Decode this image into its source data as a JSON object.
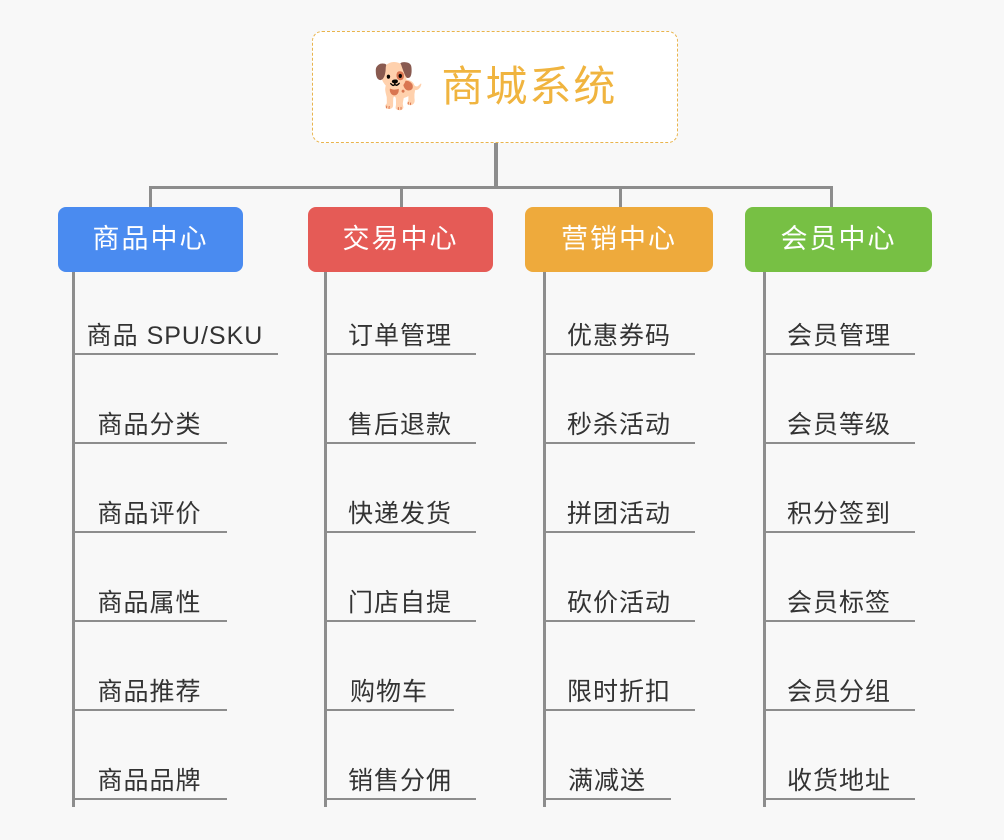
{
  "canvas": {
    "background": "#f8f8f8",
    "connector_color": "#8d8d8d"
  },
  "root": {
    "title": "商城系统",
    "icon": "shiba-dog-face-icon",
    "icon_glyph": "🐕",
    "text_color": "#f0b43f",
    "border_color": "#e9b44c",
    "fill": "#ffffff"
  },
  "branches": [
    {
      "id": "product-center",
      "label": "商品中心",
      "color": "#4a8bf0",
      "items": [
        "商品 SPU/SKU",
        "商品分类",
        "商品评价",
        "商品属性",
        "商品推荐",
        "商品品牌"
      ]
    },
    {
      "id": "trade-center",
      "label": "交易中心",
      "color": "#e55b56",
      "items": [
        "订单管理",
        "售后退款",
        "快递发货",
        "门店自提",
        "购物车",
        "销售分佣"
      ]
    },
    {
      "id": "marketing-center",
      "label": "营销中心",
      "color": "#eeaa3c",
      "items": [
        "优惠券码",
        "秒杀活动",
        "拼团活动",
        "砍价活动",
        "限时折扣",
        "满减送"
      ]
    },
    {
      "id": "member-center",
      "label": "会员中心",
      "color": "#77c044",
      "items": [
        "会员管理",
        "会员等级",
        "积分签到",
        "会员标签",
        "会员分组",
        "收货地址"
      ]
    }
  ]
}
